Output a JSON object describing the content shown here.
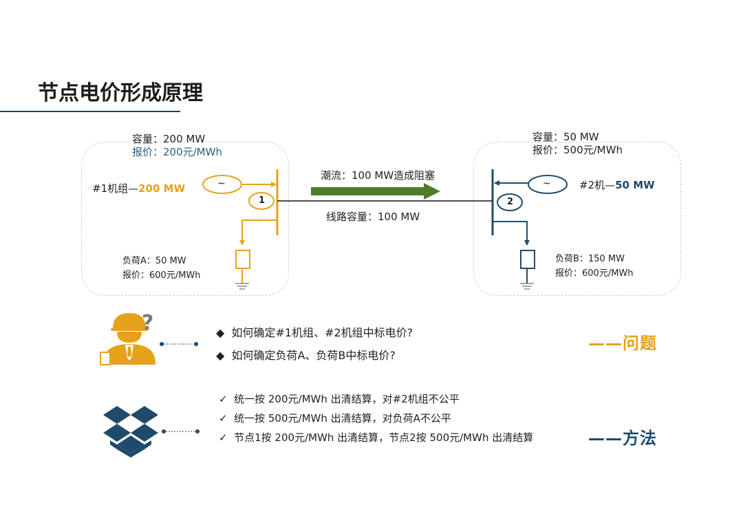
{
  "title": "节点电价形成原理",
  "node1": {
    "capacity": "容量：200 MW",
    "bid": "报价：200元/MWh",
    "gen_label": "#1机组—",
    "gen_output": "200 MW",
    "node_number": "1",
    "generator_symbol": "~",
    "load_name": "负荷A：50 MW",
    "load_price": "报价：600元/MWh"
  },
  "node2": {
    "capacity": "容量：50 MW",
    "bid": "报价：500元/MWh",
    "gen_label": "#2机—",
    "gen_output": "50 MW",
    "node_number": "2",
    "generator_symbol": "~",
    "load_name": "负荷B：150 MW",
    "load_price": "报价：600元/MWh"
  },
  "line": {
    "flow": "潮流：100 MW造成阻塞",
    "capacity": "线路容量：100 MW"
  },
  "questions": {
    "items": [
      "如何确定#1机组、#2机组中标电价?",
      "如何确定负荷A、负荷B中标电价?"
    ],
    "label": "——问题",
    "icon": "question-person-icon"
  },
  "methods": {
    "items": [
      "统一按 200元/MWh 出清结算，对#2机组不公平",
      "统一按 500元/MWh 出清结算，对负荷A不公平",
      "节点1按 200元/MWh 出清结算，节点2按 500元/MWh 出清结算"
    ],
    "label": "——方法",
    "icon": "box-icon"
  },
  "colors": {
    "gold": "#e6a21a",
    "navy": "#1f4a6a",
    "arrow_green": "#4e7d2c",
    "title_rule": "#1f3f5a"
  }
}
